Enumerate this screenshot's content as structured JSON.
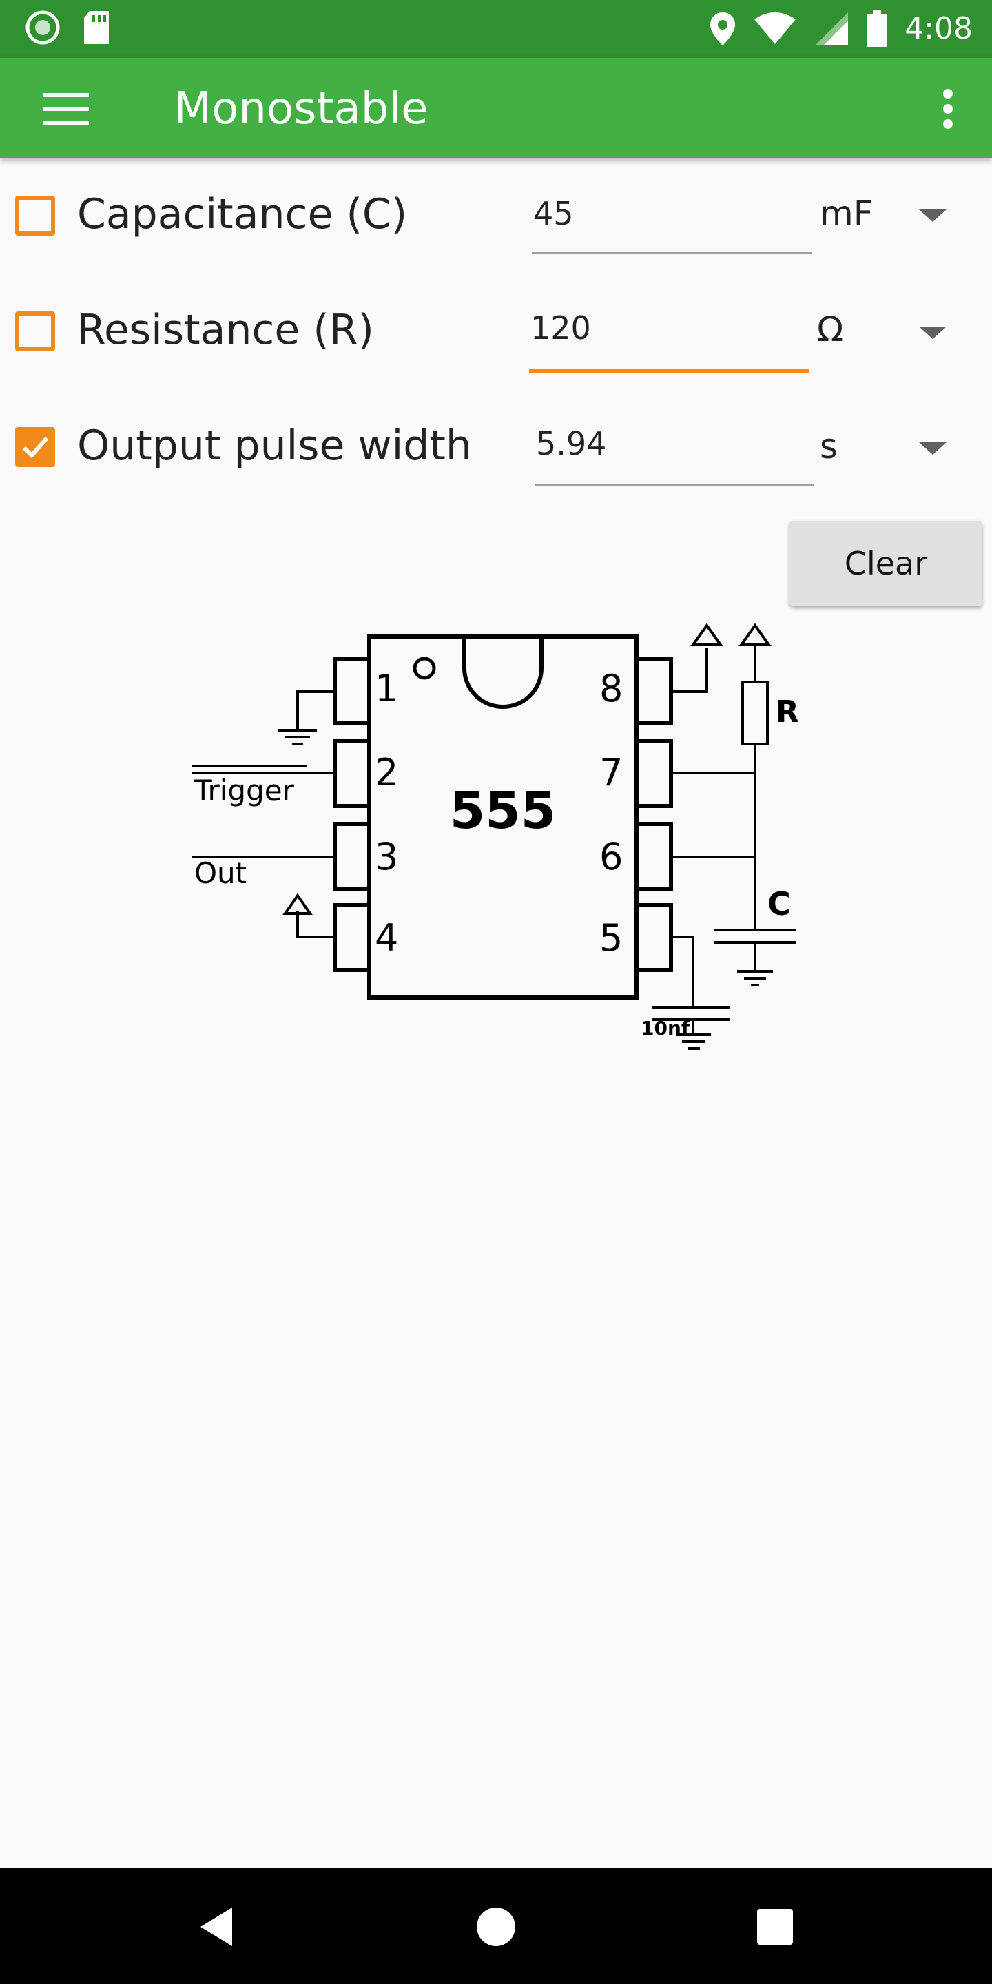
{
  "status_bar": {
    "time": "4:08",
    "left_icons": [
      "record-icon",
      "sd-card-icon"
    ],
    "right_icons": [
      "location-icon",
      "wifi-icon",
      "signal-icon",
      "battery-icon"
    ]
  },
  "app_bar": {
    "title": "Monostable",
    "menu_icon": "hamburger-menu-icon",
    "overflow_icon": "more-vert-icon"
  },
  "inputs": [
    {
      "label": "Capacitance (C)",
      "value": "45",
      "unit": "mF",
      "checked": false,
      "focused": false
    },
    {
      "label": "Resistance (R)",
      "value": "120",
      "unit": "Ω",
      "checked": false,
      "focused": true
    },
    {
      "label": "Output pulse width",
      "value": "5.94",
      "unit": "s",
      "checked": true,
      "focused": false
    }
  ],
  "clear_button": {
    "label": "Clear"
  },
  "diagram": {
    "chip_label": "555",
    "pins_left": [
      "1",
      "2",
      "3",
      "4"
    ],
    "pins_right": [
      "8",
      "7",
      "6",
      "5"
    ],
    "trigger_label": "Trigger",
    "out_label": "Out",
    "resistor_label": "R",
    "capacitor_label": "C",
    "cap_value_label": "10nf"
  },
  "nav_bar": {
    "icons": [
      "back-icon",
      "home-icon",
      "recents-icon"
    ]
  },
  "colors": {
    "status_bar": "#2f912f",
    "app_bar": "#43b043",
    "accent": "#f28a1a",
    "background": "#fafafa"
  }
}
